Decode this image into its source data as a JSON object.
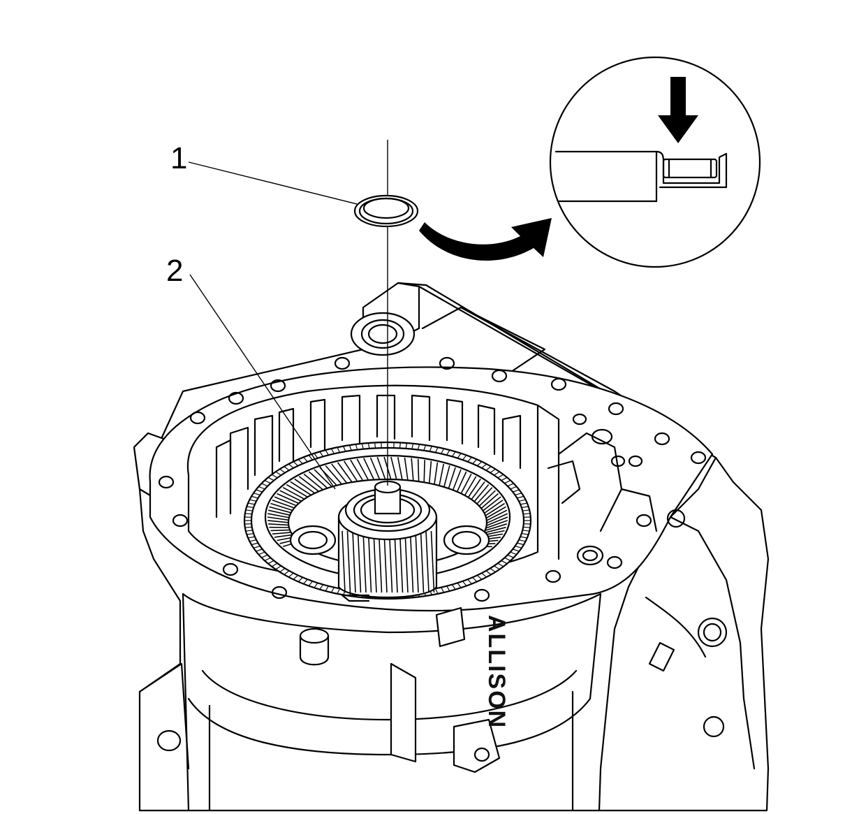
{
  "callouts": [
    {
      "label": "1"
    },
    {
      "label": "2"
    }
  ],
  "housing_marking": "ALLISON",
  "colors": {
    "line": "#000000",
    "background": "#ffffff"
  }
}
